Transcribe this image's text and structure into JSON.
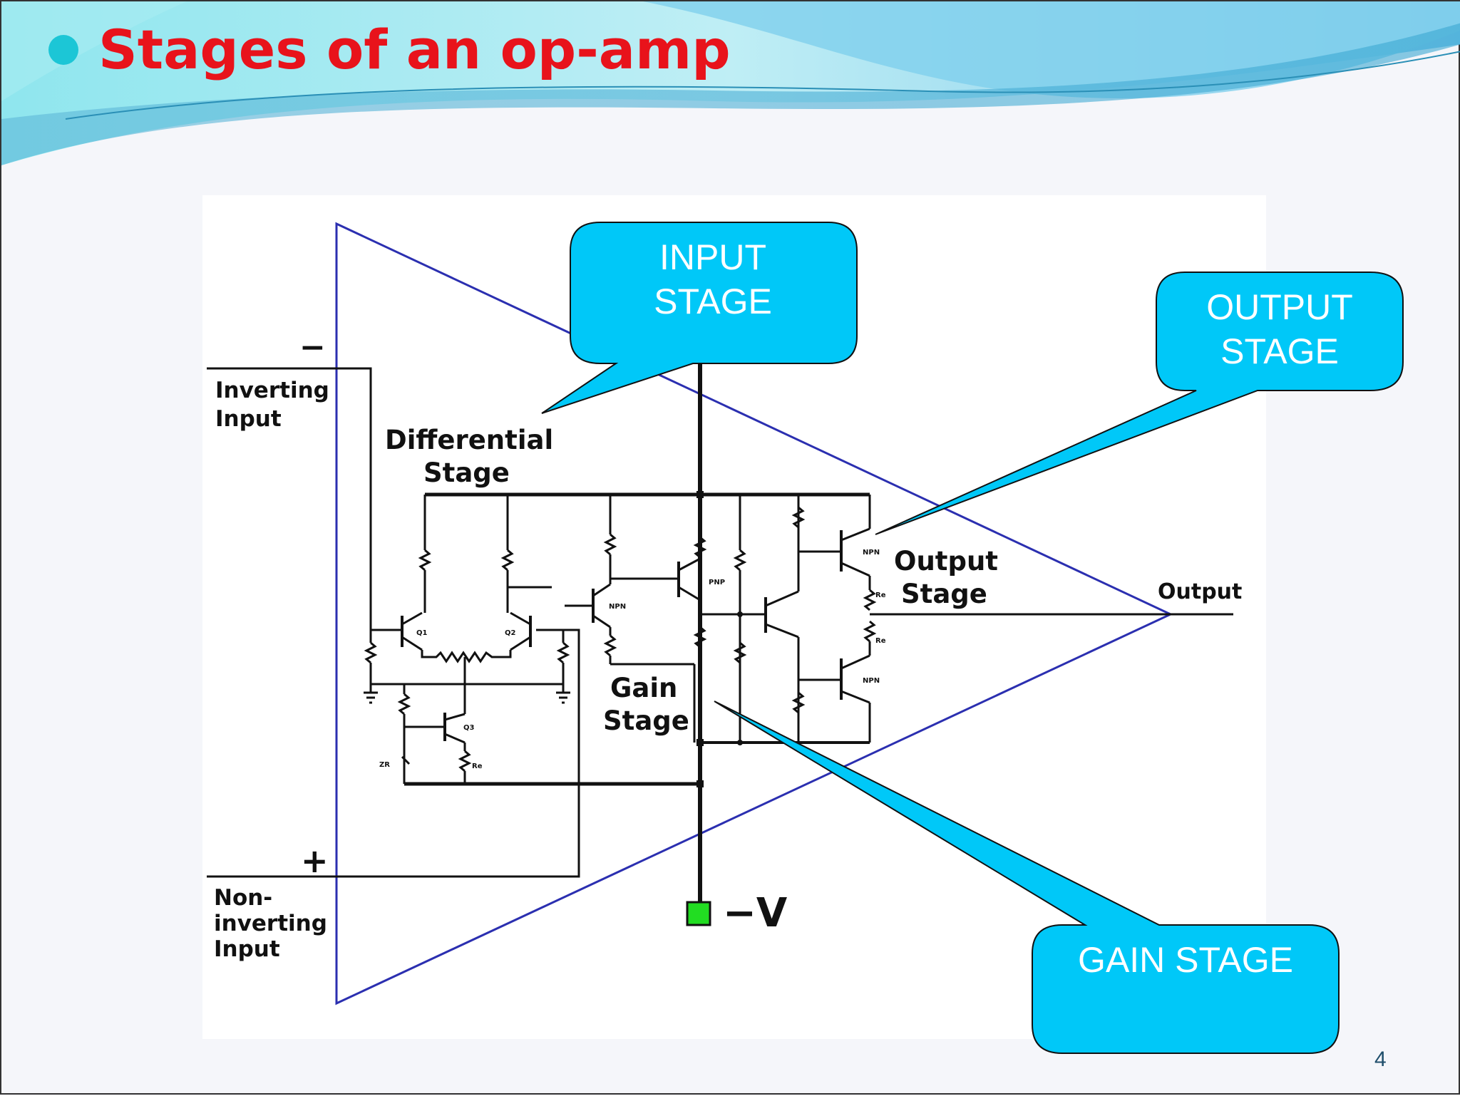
{
  "slide": {
    "title": "Stages of an op-amp",
    "page_number": "4"
  },
  "diagram": {
    "labels": {
      "minus": "−",
      "plus": "+",
      "inverting_line1": "Inverting",
      "inverting_line2": "Input",
      "noninverting_line1": "Non-",
      "noninverting_line2": "inverting",
      "noninverting_line3": "Input",
      "differential_line1": "Differential",
      "differential_line2": "Stage",
      "gain_line1": "Gain",
      "gain_line2": "Stage",
      "output_stage_line1": "Output",
      "output_stage_line2": "Stage",
      "output": "Output",
      "minus_v": "−V",
      "q1": "Q1",
      "q2": "Q2",
      "q3": "Q3",
      "npn": "NPN",
      "pnp": "PNP",
      "re": "Re",
      "zr": "ZR"
    },
    "callouts": {
      "input_line1": "INPUT",
      "input_line2": "STAGE",
      "output_line1": "OUTPUT",
      "output_line2": "STAGE",
      "gain": "GAIN STAGE"
    }
  },
  "colors": {
    "title": "#e8131b",
    "bullet": "#1cc6d6",
    "callout_fill": "#00c8f8",
    "triangle": "#2b2fb0",
    "supply_node": "#22dd22"
  }
}
